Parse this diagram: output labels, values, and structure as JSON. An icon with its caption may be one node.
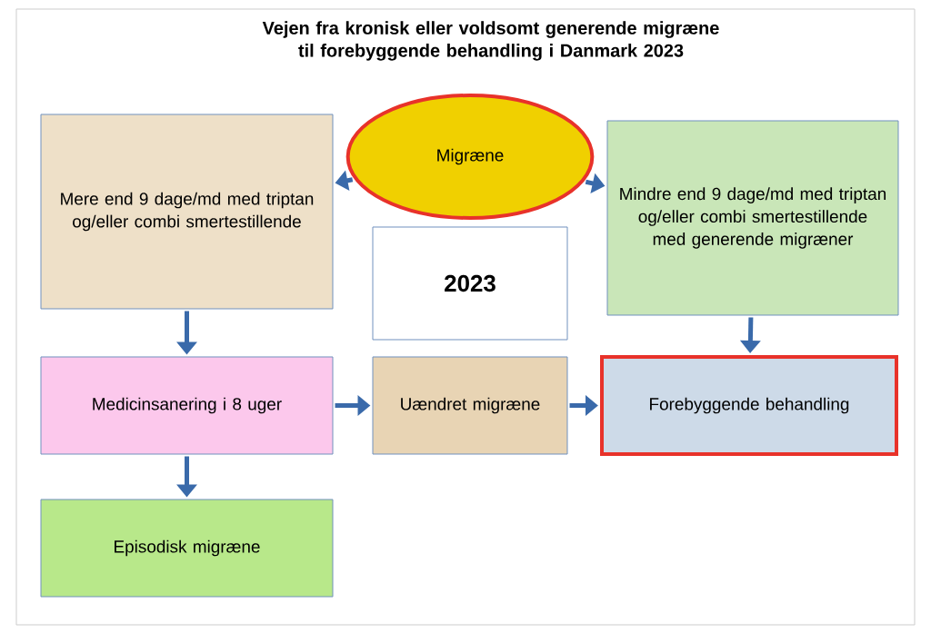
{
  "diagram": {
    "title": "Vejen fra kronisk eller voldsomt generende migræne til forebyggende behandling i Danmark 2023",
    "nodes": [
      {
        "text": [
          "Migræne"
        ]
      },
      {
        "text": [
          "Mere end 9 dage/md med triptan og/eller combi smertestillende"
        ]
      },
      {
        "text": [
          "2023"
        ]
      },
      {
        "text": [
          "Mindre end 9 dage/md med triptan og/eller combi smertestillende med generende migræner"
        ]
      },
      {
        "text": [
          "Medicinsanering i 8 uger"
        ]
      },
      {
        "text": [
          "Uændret migræne"
        ]
      },
      {
        "text": [
          "Forebyggende behandling"
        ]
      },
      {
        "text": [
          "Episodisk migræne"
        ]
      }
    ],
    "edges": [
      {
        "from": 0,
        "to": 1,
        "arrow": "to"
      },
      {
        "from": 0,
        "to": 3,
        "arrow": "to"
      },
      {
        "from": 1,
        "to": 4,
        "arrow": "to"
      },
      {
        "from": 3,
        "to": 6,
        "arrow": "to"
      },
      {
        "from": 4,
        "to": 5,
        "arrow": "to"
      },
      {
        "from": 5,
        "to": 6,
        "arrow": "to"
      },
      {
        "from": 4,
        "to": 7,
        "arrow": "to"
      }
    ]
  }
}
